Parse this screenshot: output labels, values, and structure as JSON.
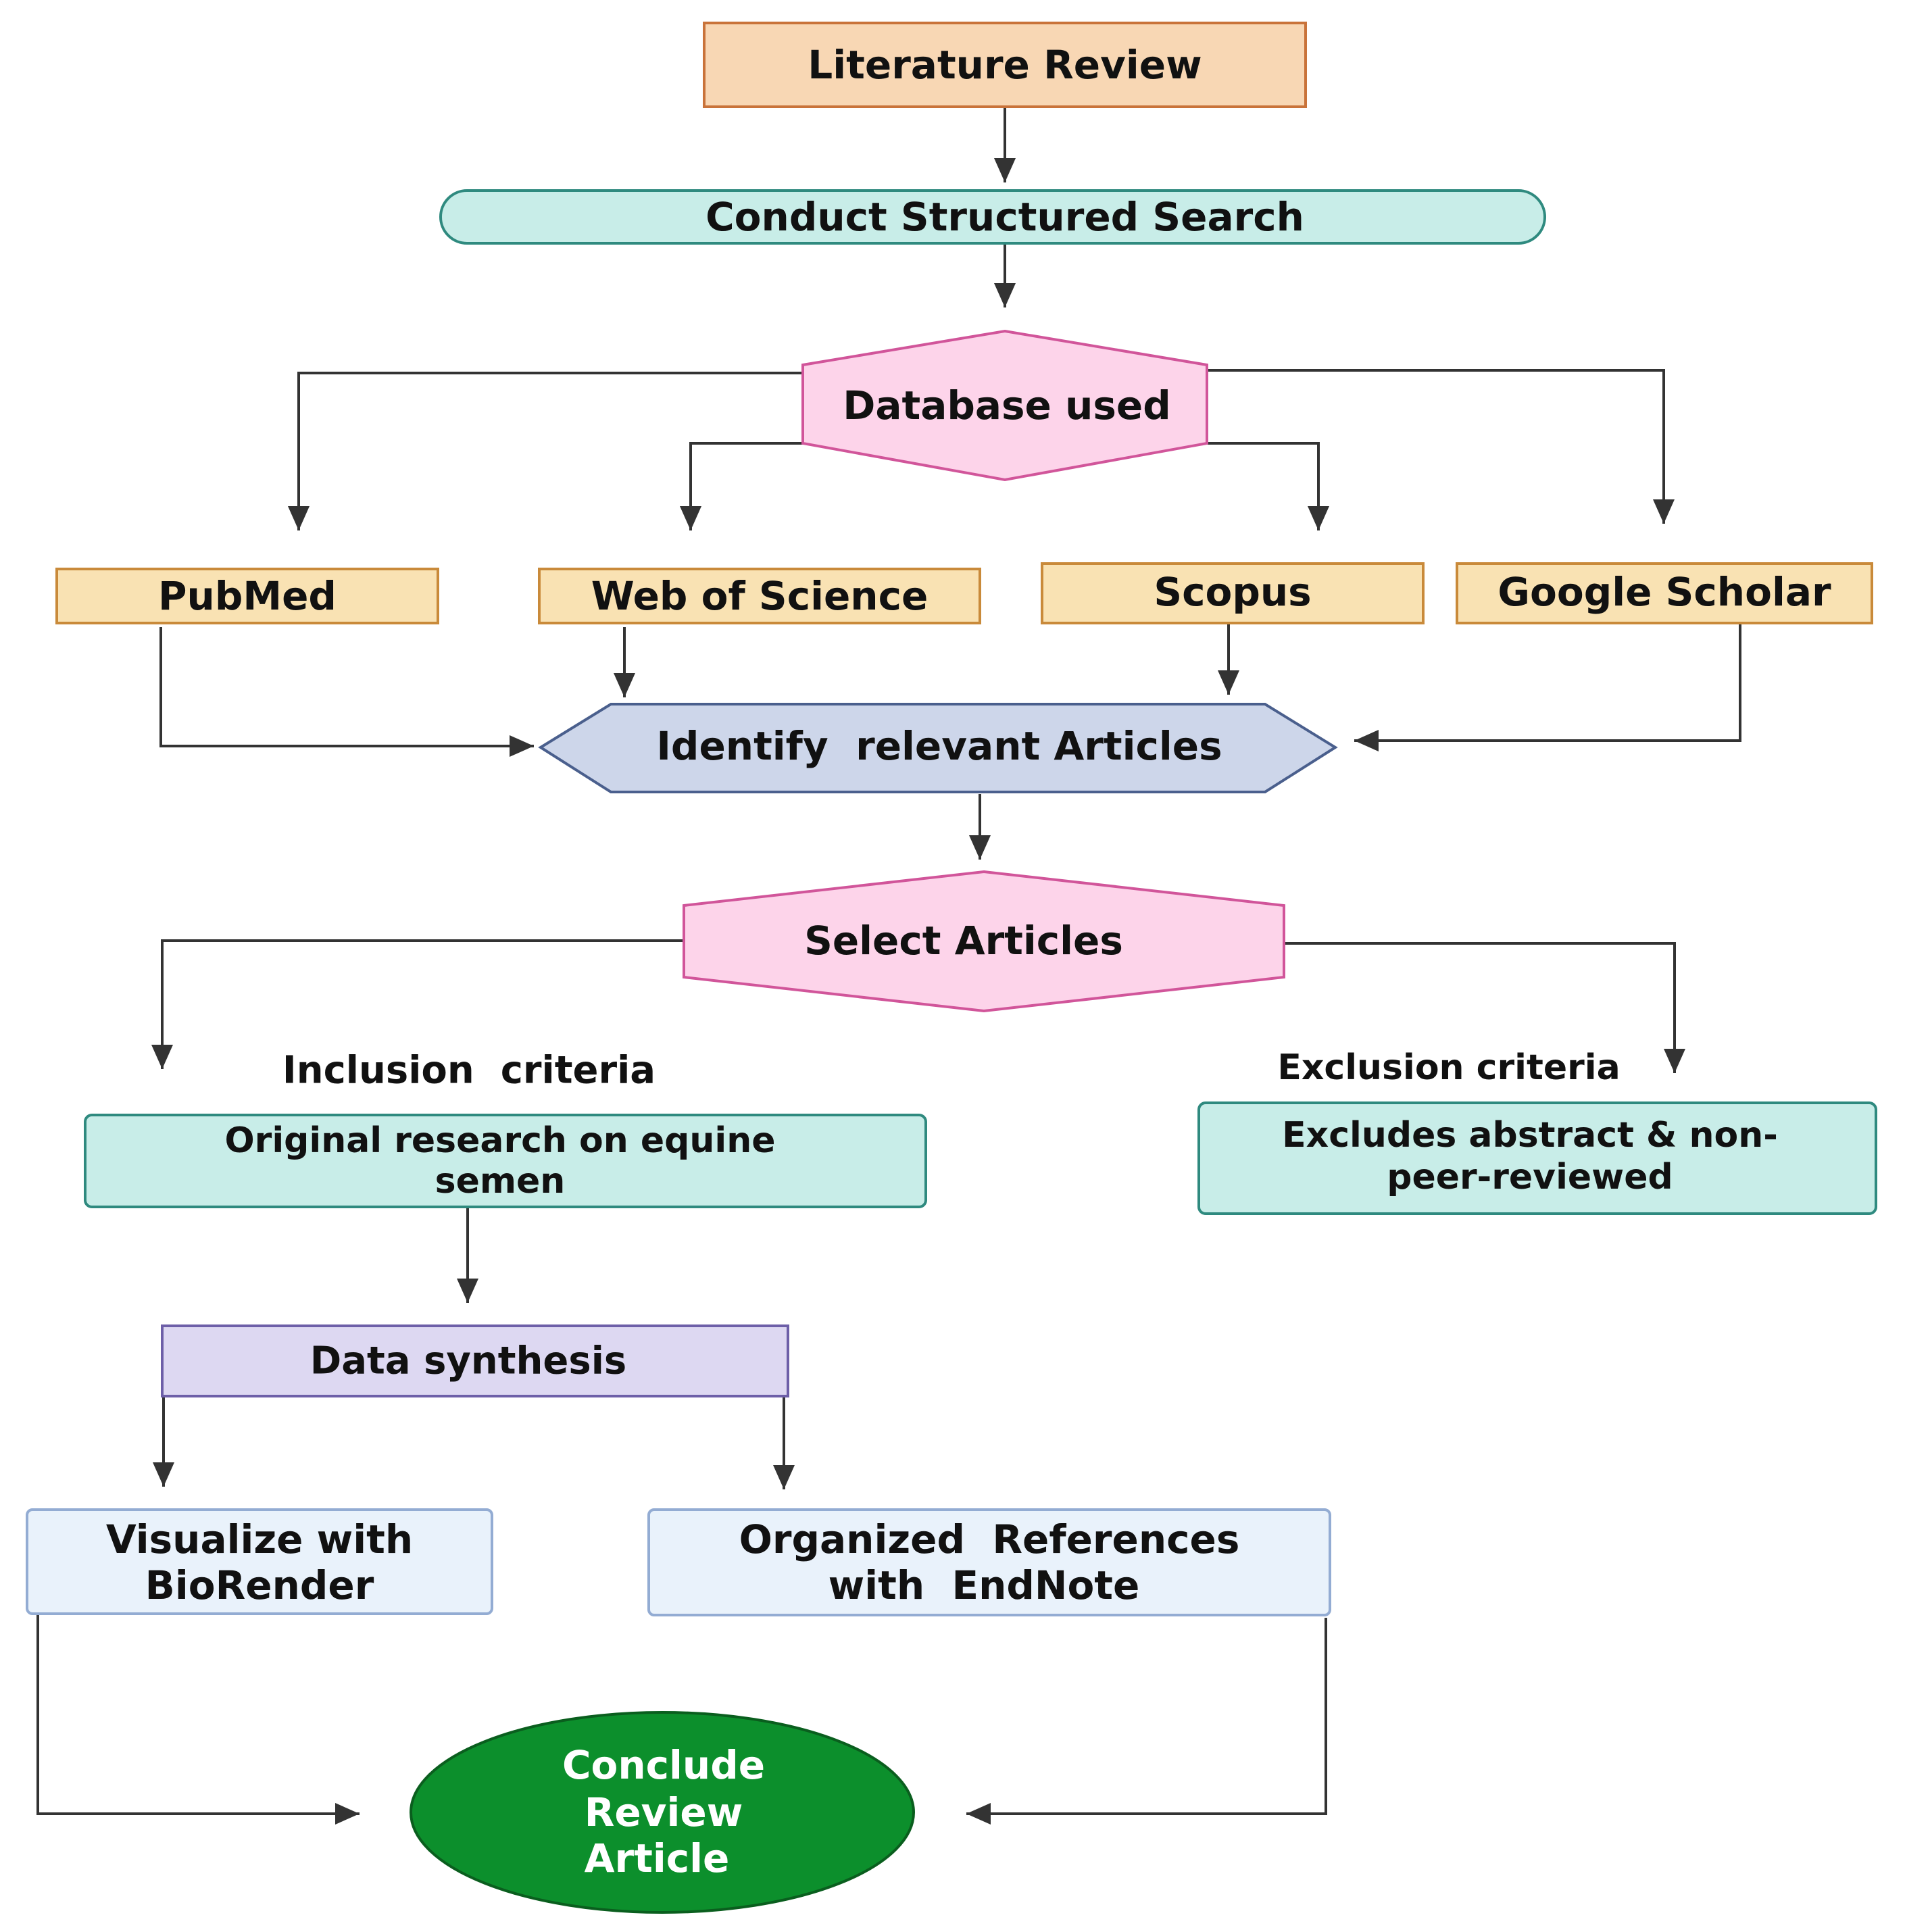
{
  "colors": {
    "literature": "#f8d7b4",
    "literature_stroke": "#c9733a",
    "teal": "#c8ede8",
    "teal_stroke": "#2f8a7f",
    "pink": "#fdd4ea",
    "pink_stroke": "#d1559a",
    "database_box": "#f9e2b3",
    "database_stroke": "#c98a3a",
    "identify": "#cdd6ea",
    "identify_stroke": "#4a5f8d",
    "synthesis": "#ddd8f2",
    "synthesis_stroke": "#6d5fa8",
    "light_blue": "#e9f2fb",
    "light_blue_stroke": "#93acd3",
    "conclude": "#0c8f2c",
    "conclude_stroke": "#0a5e1e",
    "line": "#333333"
  },
  "nodes": {
    "literature_review": "Literature Review",
    "structured_search": "Conduct Structured Search",
    "database_used": "Database used",
    "pubmed": "PubMed",
    "web_of_science": "Web of Science",
    "scopus": "Scopus",
    "google_scholar": "Google Scholar",
    "identify_articles": "Identify  relevant Articles",
    "select_articles": "Select Articles",
    "inclusion_label": "Inclusion  criteria",
    "exclusion_label": "Exclusion criteria",
    "inclusion_line1": "Original research on equine",
    "inclusion_line2": "semen",
    "exclusion_line1": "Excludes abstract & non-",
    "exclusion_line2": "peer-reviewed",
    "data_synthesis": "Data synthesis",
    "visualize_line1": "Visualize with",
    "visualize_line2": "BioRender",
    "references_line1": "Organized  References",
    "references_line2": "with  EndNote",
    "conclude_line1": "Conclude",
    "conclude_line2": "Review",
    "conclude_line3": "Article"
  }
}
